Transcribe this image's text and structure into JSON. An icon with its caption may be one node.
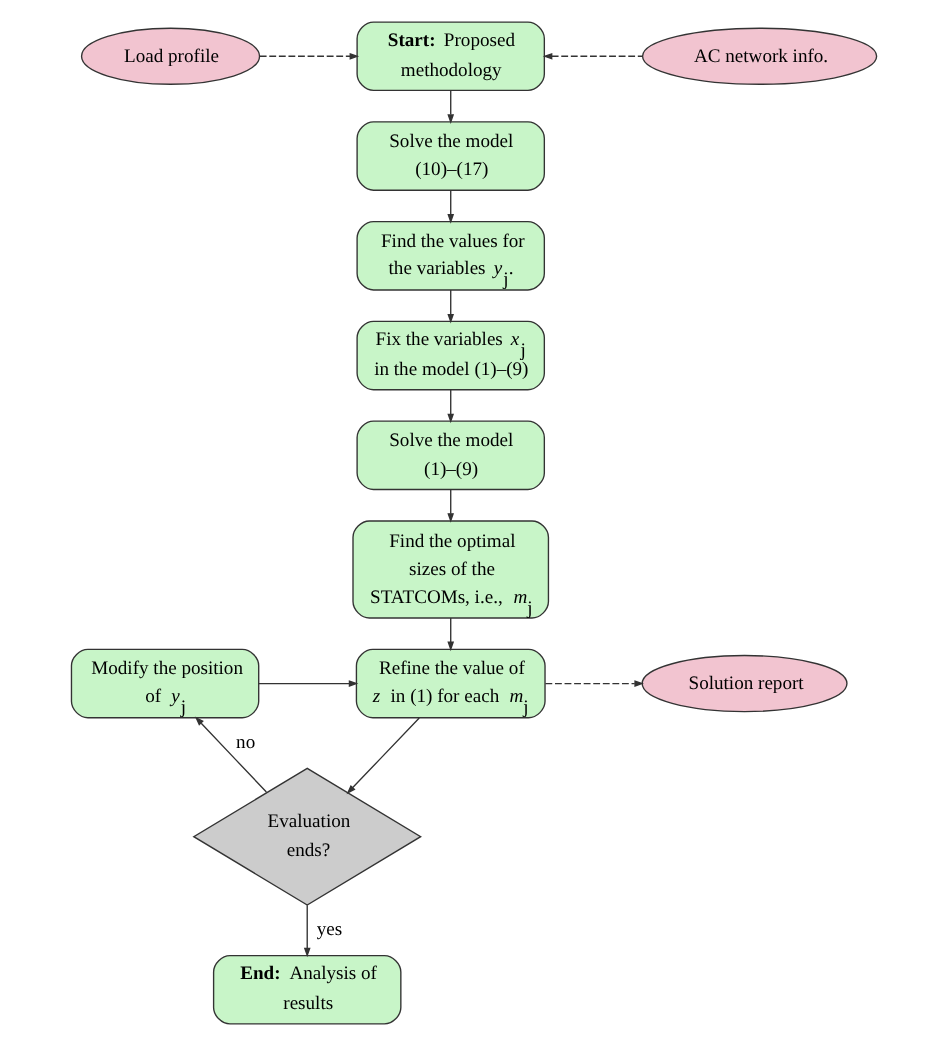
{
  "diagram": {
    "nodes": [
      {
        "text": [
          "Load profile"
        ]
      },
      {
        "text": [
          "**Start:** Proposed methodology"
        ]
      },
      {
        "text": [
          "AC network info."
        ]
      },
      {
        "text": [
          "Solve the model (10)–(17)"
        ]
      },
      {
        "text": [
          "Find the values for the variables *y*$_{j}$."
        ]
      },
      {
        "text": [
          "Fix the variables *x*$_{j}$ in the model (1)–(9)"
        ]
      },
      {
        "text": [
          "Solve the model (1)–(9)"
        ]
      },
      {
        "text": [
          "Find the optimal sizes of the STATCOMs, i.e., *m*$_{j}$"
        ]
      },
      {
        "text": [
          "Modify the position of *y*$_{j}$"
        ]
      },
      {
        "text": [
          "Refine the value of *z* in (1) for each *m*$_{j}$"
        ]
      },
      {
        "text": [
          "Solution report"
        ]
      },
      {
        "text": [
          "Evaluation ends?"
        ]
      },
      {
        "text": [
          "**End:** Analysis of results"
        ]
      }
    ],
    "edges": [
      {
        "from": 0,
        "to": 1,
        "arrow": "to",
        "style": "dashed"
      },
      {
        "from": 2,
        "to": 1,
        "arrow": "to",
        "style": "dashed"
      },
      {
        "from": 1,
        "to": 3,
        "arrow": "to"
      },
      {
        "from": 3,
        "to": 4,
        "arrow": "to"
      },
      {
        "from": 4,
        "to": 5,
        "arrow": "to"
      },
      {
        "from": 5,
        "to": 6,
        "arrow": "to"
      },
      {
        "from": 6,
        "to": 7,
        "arrow": "to"
      },
      {
        "from": 7,
        "to": 9,
        "arrow": "to"
      },
      {
        "from": 8,
        "to": 9,
        "arrow": "to"
      },
      {
        "from": 9,
        "to": 10,
        "arrow": "to",
        "style": "dashed"
      },
      {
        "from": 9,
        "to": 11,
        "arrow": "to"
      },
      {
        "from": 11,
        "to": 8,
        "label": "no",
        "arrow": "to"
      },
      {
        "from": 11,
        "to": 12,
        "label": "yes",
        "arrow": "to"
      }
    ]
  }
}
